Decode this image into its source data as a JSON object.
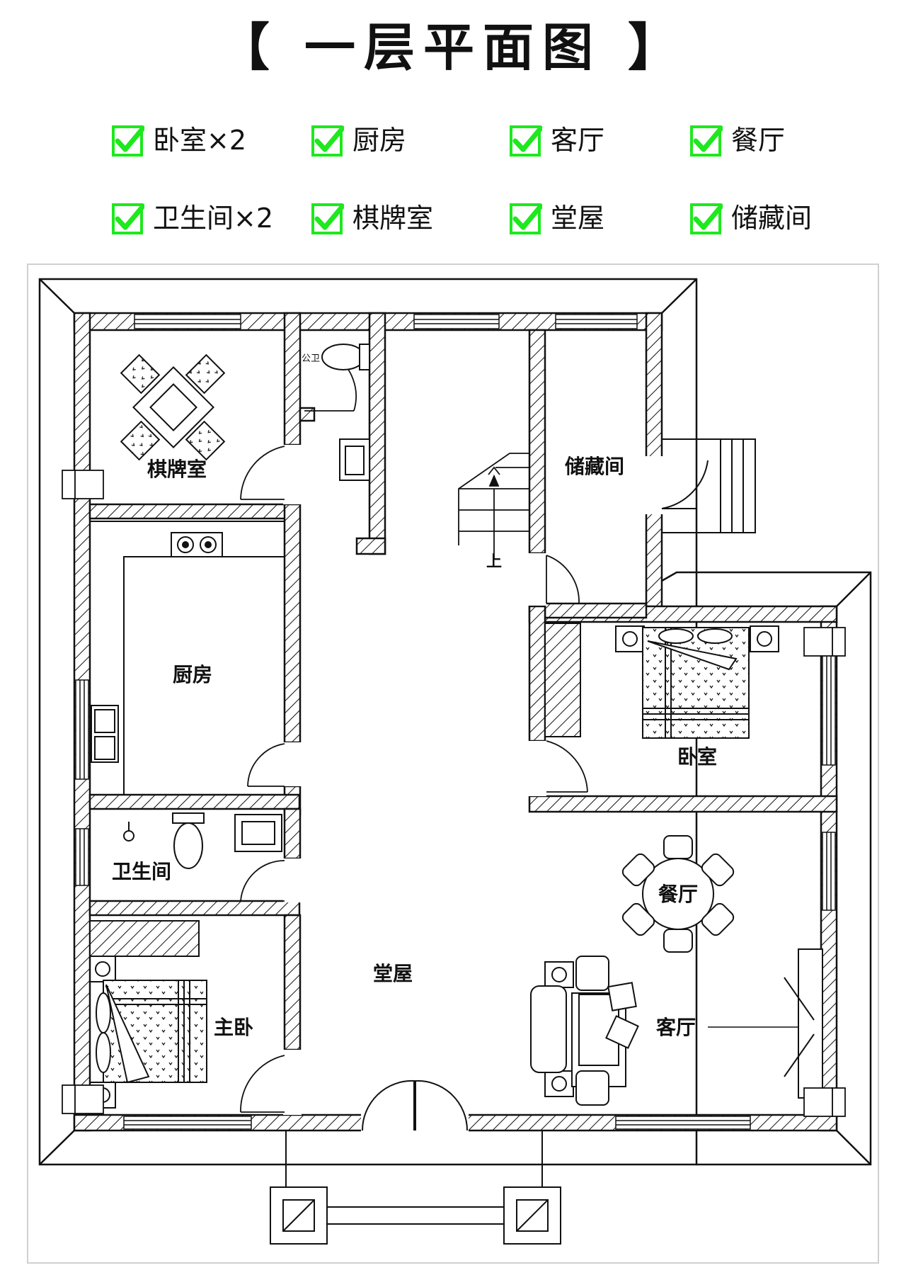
{
  "title": "【 一层平面图 】",
  "colors": {
    "check": "#1ee81e",
    "wall": "#111111"
  },
  "legend": [
    {
      "label": "卧室×2",
      "icon": "check-icon"
    },
    {
      "label": "厨房",
      "icon": "check-icon"
    },
    {
      "label": "客厅",
      "icon": "check-icon"
    },
    {
      "label": "餐厅",
      "icon": "check-icon"
    },
    {
      "label": "卫生间×2",
      "icon": "check-icon"
    },
    {
      "label": "棋牌室",
      "icon": "check-icon"
    },
    {
      "label": "堂屋",
      "icon": "check-icon"
    },
    {
      "label": "储藏间",
      "icon": "check-icon"
    }
  ],
  "rooms": {
    "chess": "棋牌室",
    "storage": "储藏间",
    "kitchen": "厨房",
    "bedroom": "卧室",
    "bathroom": "卫生间",
    "dining": "餐厅",
    "hall": "堂屋",
    "master": "主卧",
    "living": "客厅",
    "public_wc": "公卫",
    "stair_up": "上"
  }
}
